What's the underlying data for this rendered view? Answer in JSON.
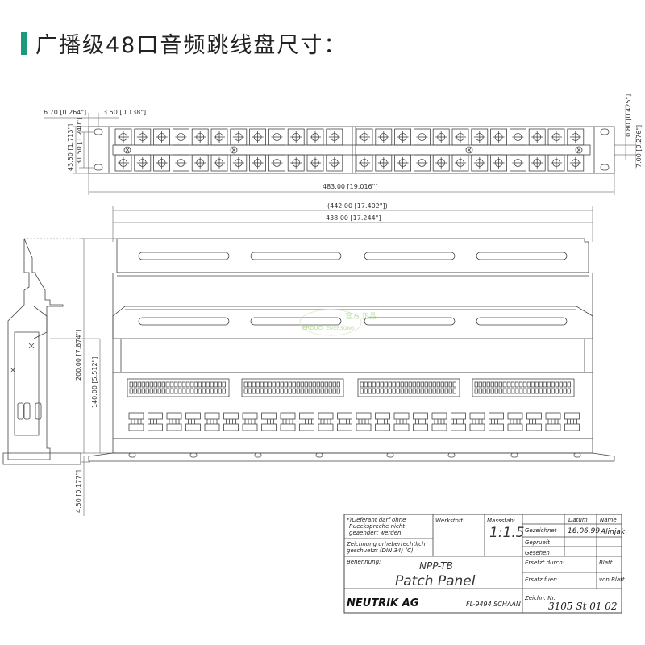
{
  "title": "广播级48口音频跳线盘尺寸：",
  "dimensions": {
    "d_6_70": "6.70 [0.264\"]",
    "d_3_50": "3.50 [0.138\"]",
    "d_43_50": "43.50 [1.713\"]",
    "d_31_50": "31.50 [1.240\"]",
    "d_10_80": "10.80 [0.425\"]",
    "d_7_00": "7.00 [0.276\"]",
    "d_483": "483.00 [19.016\"]",
    "d_442": "(442.00 [17.402\"])",
    "d_438": "438.00 [17.244\"]",
    "d_200": "200.00 [7.874\"]",
    "d_140": "140.00 [5.512\"]",
    "d_4_50": "4.50 [0.177\"]"
  },
  "watermark": {
    "line1": "官方 正品",
    "line2": "ERDUO",
    "line3": "EMERSONG"
  },
  "title_block": {
    "note1": "*)Lieferant darf ohne",
    "note2": "Rueckspreche nicht",
    "note3": "geaendert werden",
    "note4": "Zeichnung urheberrechtlich",
    "note5": "geschuetzt (DIN 34) (C)",
    "werkstoff": "Werkstoff:",
    "massstab_label": "Massstab:",
    "massstab_value": "1:1.5",
    "datum_label": "Datum",
    "name_label": "Name",
    "gezeichnet": "Gezeichnet",
    "datum_value": "16.06.99",
    "name_value": "Alinjak",
    "geprueft": "Geprueft",
    "gesehen": "Gesehen",
    "benennung": "Benennung:",
    "product_code": "NPP-TB",
    "product_name": "Patch Panel",
    "ersetzt_durch": "Ersetzt durch:",
    "ersatz_fuer": "Ersatz fuer:",
    "blatt": "Blatt",
    "von_blatt": "von  Blatt",
    "brand": "NEUTRIK AG",
    "address": "FL-9494 SCHAAN",
    "zeichn_label": "Zeichn. Nr.",
    "zeichn_value": "3105 St 01 02"
  }
}
